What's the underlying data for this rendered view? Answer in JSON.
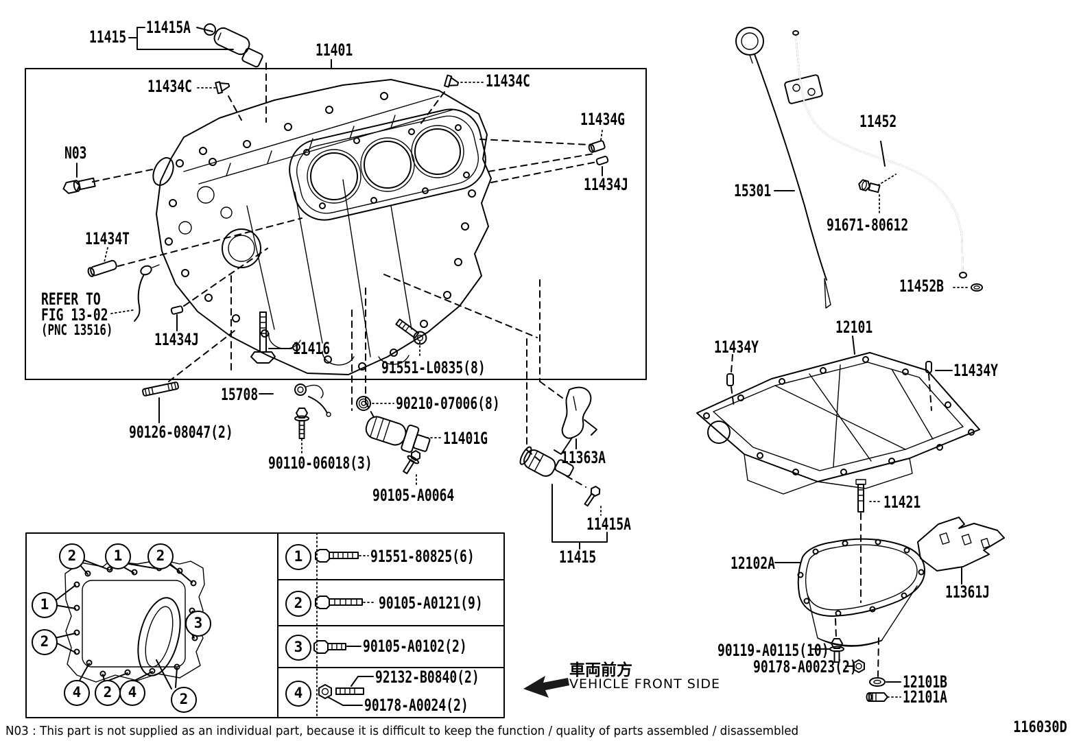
{
  "page": {
    "code": "116030D",
    "note": "N03 : This part is not supplied as an individual part, because it is difficult to keep the function / quality of parts  assembled / disassembled"
  },
  "front": {
    "jp": "車両前方",
    "en": "VEHICLE FRONT SIDE"
  },
  "labels": {
    "l11415top": "11415",
    "l11415Atop": "11415A",
    "l11401": "11401",
    "l11434C_l": "11434C",
    "l11434C_r": "11434C",
    "l11434G": "11434G",
    "l11434J_r": "11434J",
    "lN03": "N03",
    "l11434T": "11434T",
    "lrefer1": "REFER TO",
    "lrefer2": "FIG 13-02",
    "lrefer3": "(PNC 13516)",
    "l11434J_l": "11434J",
    "l11416": "11416",
    "l91551": "91551-L0835(8)",
    "l15708": "15708",
    "l90210": "90210-07006(8)",
    "l90126": "90126-08047(2)",
    "l90110": "90110-06018(3)",
    "l11401G": "11401G",
    "l90105": "90105-A0064",
    "l11363A": "11363A",
    "l11415A_b": "11415A",
    "l11415_b": "11415",
    "l15301": "15301",
    "l11452": "11452",
    "l91671": "91671-80612",
    "l11452B": "11452B",
    "l12101": "12101",
    "l11434Y_l": "11434Y",
    "l11434Y_r": "11434Y",
    "l11421": "11421",
    "l12102A": "12102A",
    "l11361J": "11361J",
    "l90119": "90119-A0115(10)",
    "l90178": "90178-A0023(2)",
    "l12101B": "12101B",
    "l12101A": "12101A"
  },
  "legend": {
    "rows": [
      {
        "num": "1",
        "part": "91551-80825(6)"
      },
      {
        "num": "2",
        "part": "90105-A0121(9)"
      },
      {
        "num": "3",
        "part": "90105-A0102(2)"
      },
      {
        "num": "4",
        "part": "92132-B0840(2)",
        "part2": "90178-A0024(2)"
      }
    ],
    "callouts": [
      "2",
      "1",
      "2",
      "1",
      "2",
      "3",
      "4",
      "2",
      "4",
      "2"
    ]
  }
}
